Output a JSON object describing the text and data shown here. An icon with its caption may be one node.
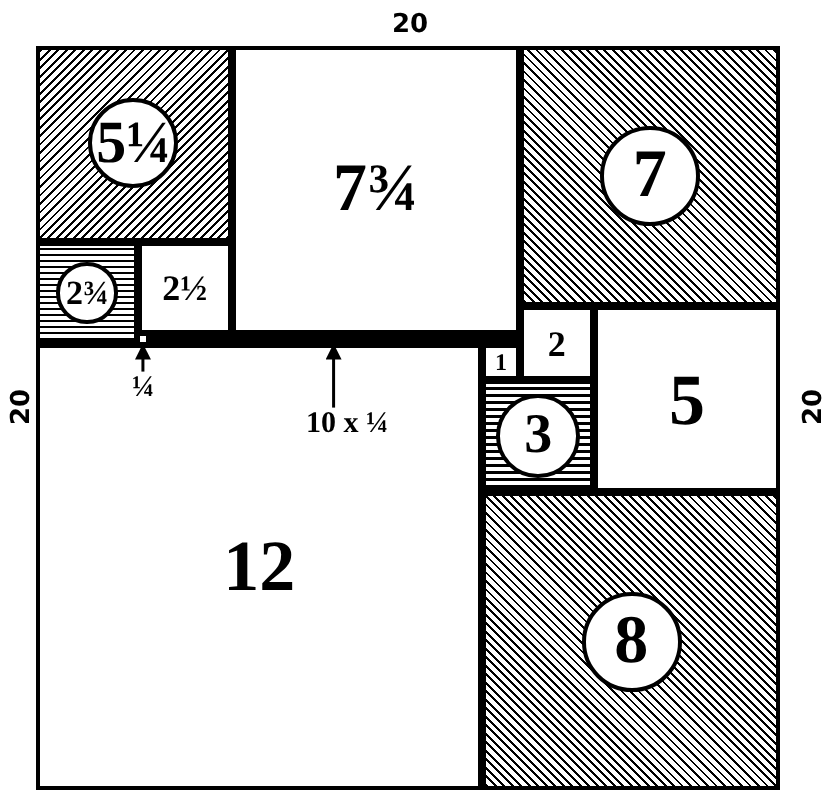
{
  "diagram": {
    "nodes": [
      {
        "text": [
          "5¼"
        ]
      },
      {
        "text": [
          "7¾"
        ]
      },
      {
        "text": [
          "7"
        ]
      },
      {
        "text": [
          "2¾"
        ]
      },
      {
        "text": [
          "2½"
        ]
      },
      {
        "text": [
          "2"
        ]
      },
      {
        "text": [
          "5"
        ]
      },
      {
        "text": [],
        "shape": "box"
      },
      {
        "text": [],
        "shape": "bar"
      },
      {
        "text": [
          "1"
        ]
      },
      {
        "text": [
          "3"
        ]
      },
      {
        "text": [
          "12"
        ]
      },
      {
        "text": [
          "¼"
        ],
        "in": 11
      },
      {
        "text": [
          "10 x ¼"
        ],
        "in": 11
      },
      {
        "text": [
          "8"
        ]
      }
    ],
    "edges": [
      {
        "from": 12,
        "to": 7,
        "arrow": "to"
      },
      {
        "from": 13,
        "to": 8,
        "arrow": "to"
      }
    ],
    "labels": [
      "20",
      "20",
      "20"
    ]
  }
}
